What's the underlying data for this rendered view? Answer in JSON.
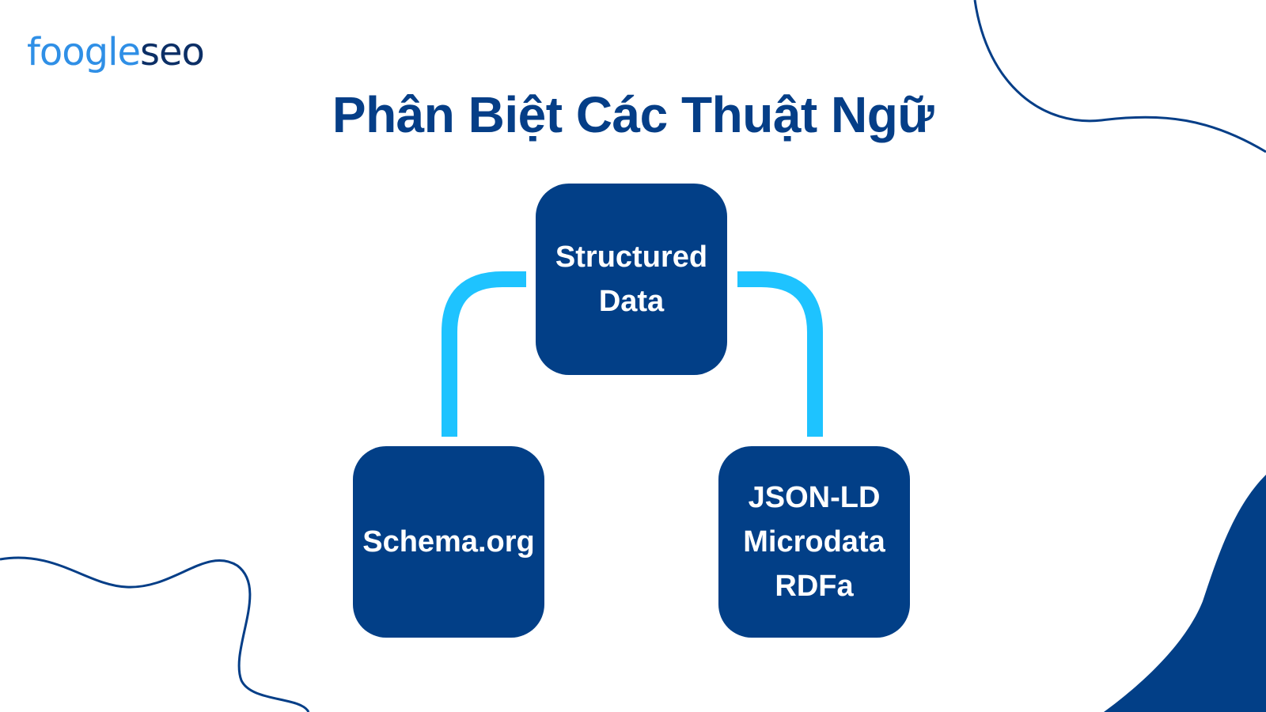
{
  "brand": {
    "logo_part1": "foogle",
    "logo_part2": "seo"
  },
  "title": "Phân Biệt Các Thuật Ngữ",
  "nodes": {
    "top": [
      "Structured",
      "Data"
    ],
    "left": [
      "Schema.org"
    ],
    "right": [
      "JSON-LD",
      "Microdata",
      "RDFa"
    ]
  },
  "colors": {
    "primary": "#023f87",
    "connector": "#1ec3ff",
    "logo_light": "#2f8fe6",
    "logo_dark": "#0c2f66"
  }
}
